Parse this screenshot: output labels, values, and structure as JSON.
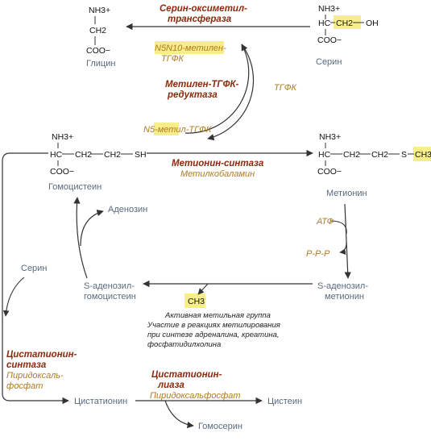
{
  "colors": {
    "enzyme": "#8b2a0c",
    "cofactor": "#b07a1e",
    "compound": "#5a6a7e",
    "highlight": "#f7ee8a",
    "line": "#333333"
  },
  "glycine": {
    "nh3": "NH3+",
    "ch2": "CH2",
    "coo": "COO−",
    "name": "Глицин"
  },
  "serine": {
    "nh3": "NH3+",
    "hc": "HC",
    "ch2": "CH2",
    "oh": "OH",
    "coo": "COO−",
    "name": "Серин"
  },
  "shmt": {
    "line1": "Серин-оксиметил-",
    "line2": "трансфераза"
  },
  "methylene_thf": {
    "line1": "N5N10-метилен-",
    "line2": "ТГФК"
  },
  "mthfr": {
    "line1": "Метилен-ТГФК-",
    "line2": "редуктаза"
  },
  "thf": "ТГФК",
  "methyl_thf": "N5-метил-ТГФК",
  "homocysteine": {
    "nh3": "NH3+",
    "hc": "HC",
    "ch2a": "CH2",
    "ch2b": "CH2",
    "sh": "SH",
    "coo": "COO−",
    "name": "Гомоцистеин"
  },
  "methionine": {
    "nh3": "NH3+",
    "hc": "HC",
    "ch2a": "CH2",
    "ch2b": "CH2",
    "s": "S",
    "ch3": "CH3",
    "coo": "COO−",
    "name": "Метионин"
  },
  "ms": {
    "enzyme": "Метионин-синтаза",
    "cofactor": "Метилкобаламин"
  },
  "atp": "АТФ",
  "ppp": "Р-Р-Р",
  "sam": {
    "line1": "S-аденозил-",
    "line2": "метионин"
  },
  "sah": {
    "line1": "S-аденозил-",
    "line2": "гомоцистеин"
  },
  "adenosine": "Аденозин",
  "serine2": "Серин",
  "ch3_group": "CH3",
  "methyl_note": {
    "line1": "Активная метильная группа",
    "line2": "Участие в реакциях метилирования",
    "line3": "при синтезе адреналина, креатина,",
    "line4": "фосфатидилхолина"
  },
  "cbs": {
    "line1": "Цистатионин-",
    "line2": "синтаза",
    "cof1": "Пиридоксаль-",
    "cof2": "фосфат"
  },
  "cgl": {
    "line1": "Цистатионин-",
    "line2": "лиаза",
    "cof": "Пиридоксальфосфат"
  },
  "cystathionine": "Цистатионин",
  "cysteine": "Цистеин",
  "homoserine": "Гомосерин"
}
